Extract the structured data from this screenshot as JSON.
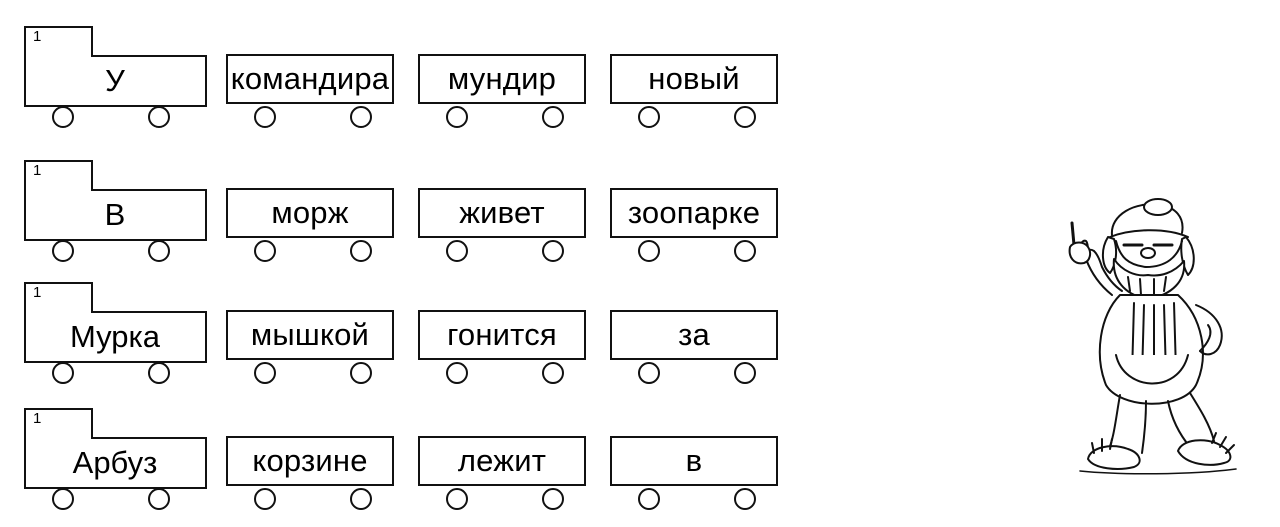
{
  "rows": [
    {
      "number": "1",
      "words": [
        "У",
        "командира",
        "мундир",
        "новый"
      ]
    },
    {
      "number": "1",
      "words": [
        "В",
        "морж",
        "живет",
        "зоопарке"
      ]
    },
    {
      "number": "1",
      "words": [
        "Мурка",
        "мышкой",
        "гонится",
        "за"
      ]
    },
    {
      "number": "1",
      "words": [
        "Арбуз",
        "корзине",
        "лежит",
        "в"
      ]
    }
  ],
  "illustration": {
    "icon": "dwarf-pointing-finger-icon"
  }
}
